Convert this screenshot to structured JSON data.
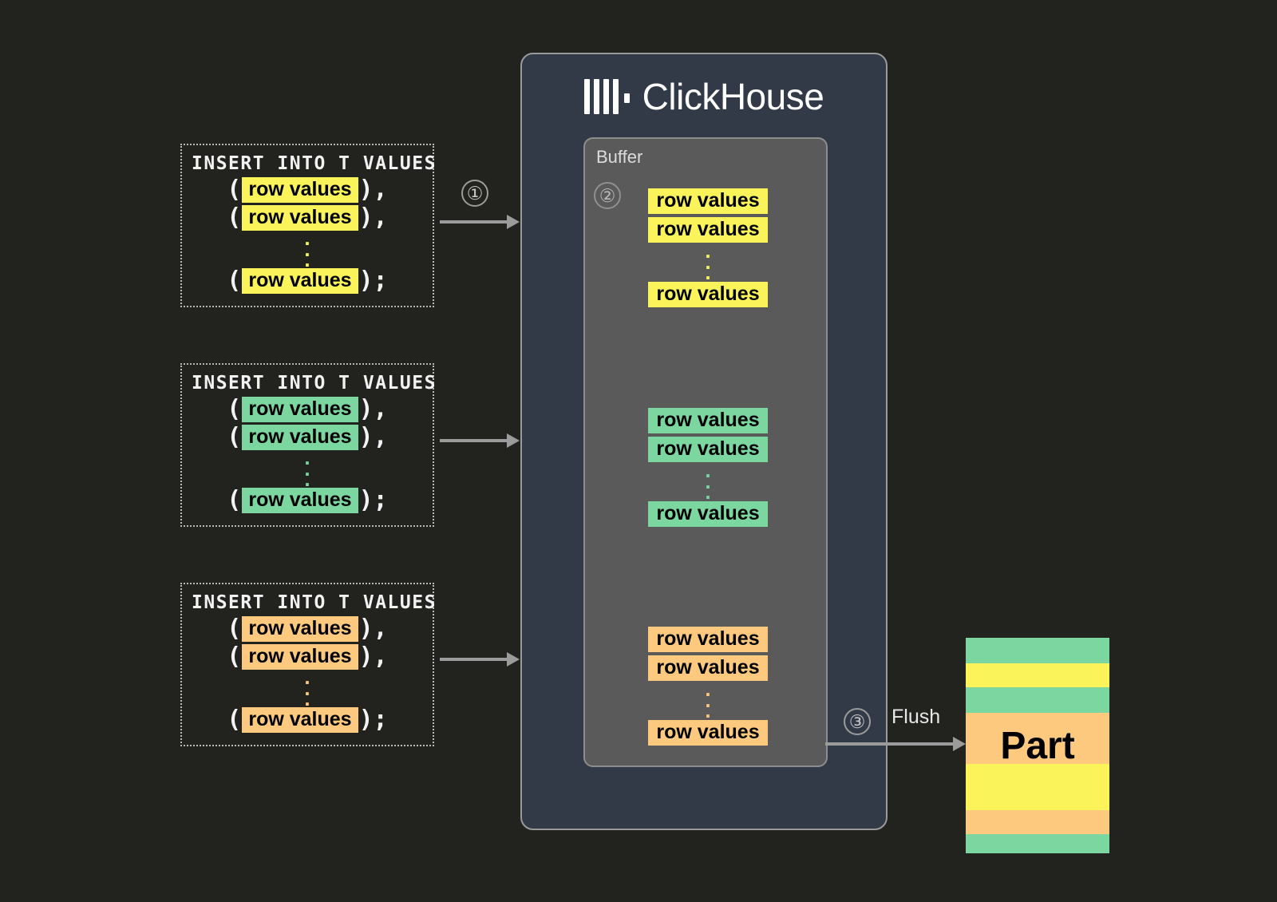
{
  "background_color": "#22231e",
  "colors": {
    "yellow": "#faf35a",
    "green": "#7bd6a0",
    "orange": "#fcc97f",
    "container_fill": "#333a47",
    "container_border": "#9a9a9a",
    "buffer_fill": "#5a5a5a",
    "buffer_border": "#8d8d8d",
    "arrow": "#9b9b9b",
    "text_light": "#f2f2f2"
  },
  "clickhouse": {
    "wordmark": "ClickHouse",
    "logo_icon": "clickhouse-bars-icon",
    "buffer": {
      "label": "Buffer",
      "groups": [
        {
          "color_key": "yellow",
          "rows": [
            "row values",
            "row values",
            "row values"
          ],
          "ellipsis": "⋮"
        },
        {
          "color_key": "green",
          "rows": [
            "row values",
            "row values",
            "row values"
          ],
          "ellipsis": "⋮"
        },
        {
          "color_key": "orange",
          "rows": [
            "row values",
            "row values",
            "row values"
          ],
          "ellipsis": "⋮"
        }
      ]
    }
  },
  "inserts": [
    {
      "header": "INSERT INTO T VALUES",
      "color_key": "yellow",
      "rows": [
        {
          "open": "(",
          "text": "row values",
          "close": "),"
        },
        {
          "open": "(",
          "text": "row values",
          "close": "),"
        },
        {
          "open": "(",
          "text": "row values",
          "close": ");"
        }
      ]
    },
    {
      "header": "INSERT INTO T VALUES",
      "color_key": "green",
      "rows": [
        {
          "open": "(",
          "text": "row values",
          "close": "),"
        },
        {
          "open": "(",
          "text": "row values",
          "close": "),"
        },
        {
          "open": "(",
          "text": "row values",
          "close": ");"
        }
      ]
    },
    {
      "header": "INSERT INTO T VALUES",
      "color_key": "orange",
      "rows": [
        {
          "open": "(",
          "text": "row values",
          "close": "),"
        },
        {
          "open": "(",
          "text": "row values",
          "close": "),"
        },
        {
          "open": "(",
          "text": "row values",
          "close": ");"
        }
      ]
    }
  ],
  "steps": {
    "one": "①",
    "two": "②",
    "three": "③"
  },
  "flush": {
    "label": "Flush"
  },
  "part": {
    "label": "Part",
    "stripes": [
      {
        "color_key": "green",
        "height": 32
      },
      {
        "color_key": "yellow",
        "height": 30
      },
      {
        "color_key": "green",
        "height": 32
      },
      {
        "color_key": "orange",
        "height": 64
      },
      {
        "color_key": "yellow",
        "height": 58
      },
      {
        "color_key": "orange",
        "height": 30
      },
      {
        "color_key": "green",
        "height": 24
      }
    ]
  }
}
